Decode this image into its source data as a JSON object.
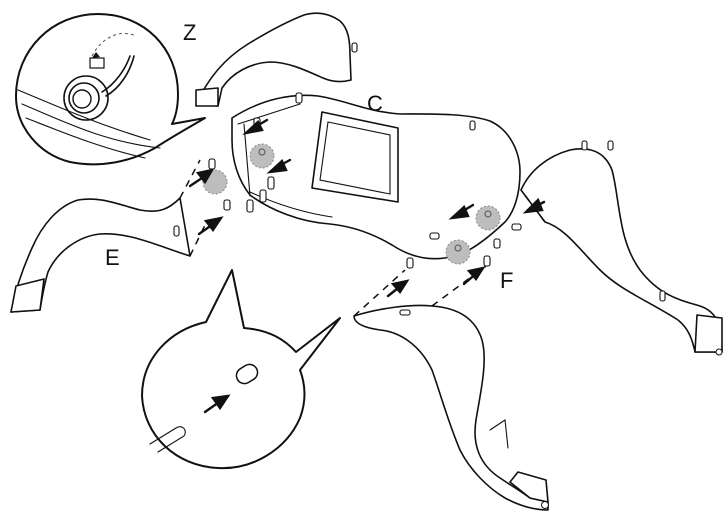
{
  "labels": {
    "z": "Z",
    "c": "C",
    "e": "E",
    "f": "F"
  }
}
